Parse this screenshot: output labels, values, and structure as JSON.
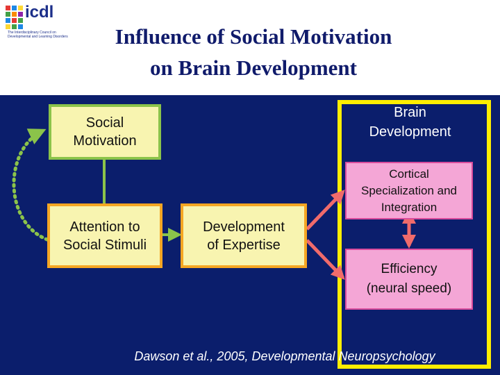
{
  "title": {
    "line1": "Influence of Social Motivation",
    "line2": "on Brain Development"
  },
  "logo": {
    "word": "icdl",
    "subtitle_line1": "The Interdisciplinary Council on",
    "subtitle_line2": "Developmental and Learning Disorders"
  },
  "nodes": {
    "social_motivation": {
      "line1": "Social",
      "line2": "Motivation"
    },
    "attention": {
      "line1": "Attention to",
      "line2": "Social Stimuli"
    },
    "expertise": {
      "line1": "Development",
      "line2": "of Expertise"
    },
    "brain_development": {
      "line1": "Brain",
      "line2": "Development"
    },
    "cortical": {
      "line1": "Cortical",
      "line2": "Specialization and",
      "line3": "Integration"
    },
    "efficiency": {
      "line1": "Efficiency",
      "line2": "(neural speed)"
    }
  },
  "citation": "Dawson et al., 2005, Developmental Neuropsychology",
  "colors": {
    "background": "#0b1e6c",
    "title_text": "#101b6b",
    "box_fill": "#f8f4b0",
    "green_border": "#8bc34a",
    "orange_border": "#f5a623",
    "yellow_frame": "#ffee00",
    "pink_fill": "#f4a6d6",
    "red_arrow": "#f06b6b"
  }
}
